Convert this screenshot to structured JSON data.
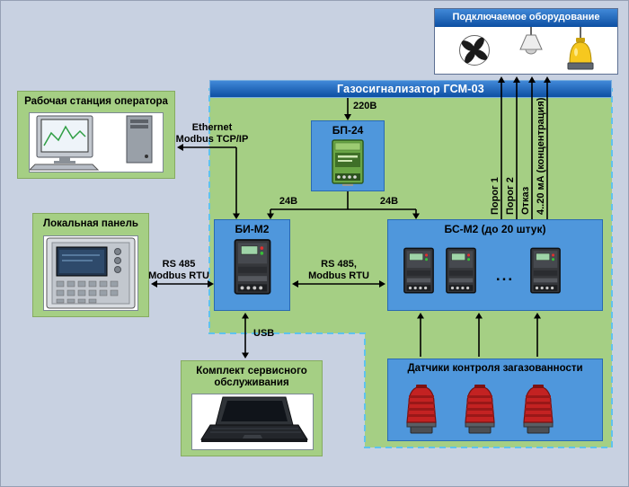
{
  "colors": {
    "page_bg": "#c8d1e1",
    "header_blue": "#0d4fa2",
    "box_blue": "#4f97dc",
    "panel_green": "#a5cf84",
    "dashed_border": "#5ec3ee",
    "sensor_red": "#c32222",
    "beacon_yellow": "#f6c81f"
  },
  "equipment": {
    "title": "Подключаемое оборудование",
    "icons": [
      "fan-icon",
      "signal-lamp-icon",
      "beacon-icon"
    ]
  },
  "system": {
    "title": "Газосигнализатор ГСМ-03",
    "psu_label": "БП-24",
    "bi_label": "БИ-М2",
    "bs_label": "БС-М2 (до 20 штук)",
    "bs_ellipsis": "...",
    "sensors_label": "Датчики контроля загазованности"
  },
  "workstation": {
    "title": "Рабочая станция оператора",
    "icon": "desktop-computer-icon"
  },
  "local_panel": {
    "title": "Локальная панель",
    "icon": "control-panel-icon"
  },
  "service_kit": {
    "title": "Комплект сервисного\nобслуживания",
    "icon": "laptop-icon"
  },
  "links": {
    "v220": "220В",
    "v24_left": "24В",
    "v24_right": "24В",
    "ethernet": "Ethernet\nModbus TCP/IP",
    "rs485_left": "RS 485\nModbus RTU",
    "rs485_mid": "RS 485,\nModbus RTU",
    "usb": "USB",
    "threshold1": "Порог 1",
    "threshold2": "Порог 2",
    "fail": "Отказ",
    "analog": "4..20 мА  (концентрация)"
  }
}
